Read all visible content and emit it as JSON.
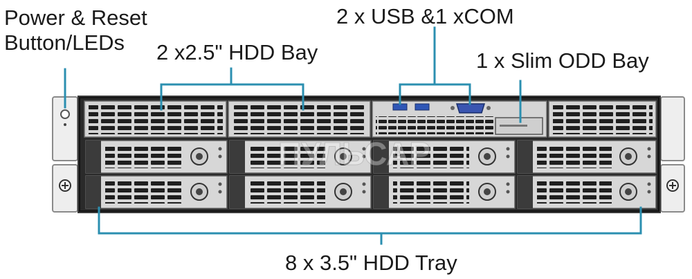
{
  "labels": {
    "power_reset": [
      "Power & Reset",
      "Button/LEDs"
    ],
    "hdd_25": "2 x2.5\" HDD Bay",
    "usb_com": "2 x USB &1 xCOM",
    "slim_odd": "1 x Slim ODD Bay",
    "hdd_35": "8 x 3.5\" HDD Tray"
  },
  "watermark": "ПУЛЬСАР",
  "colors": {
    "callout": "#2b8fb0",
    "chassis_dark": "#2a2a2a",
    "tray": "#d7d7d7",
    "vent": "#1f1f1f",
    "ear": "#ededed",
    "usb": "#2f56b6",
    "vga": "#3a55b0"
  },
  "components": {
    "hdd_35_count": 8,
    "hdd_25_count": 2,
    "usb_count": 2,
    "com_count": 1,
    "odd_count": 1
  }
}
